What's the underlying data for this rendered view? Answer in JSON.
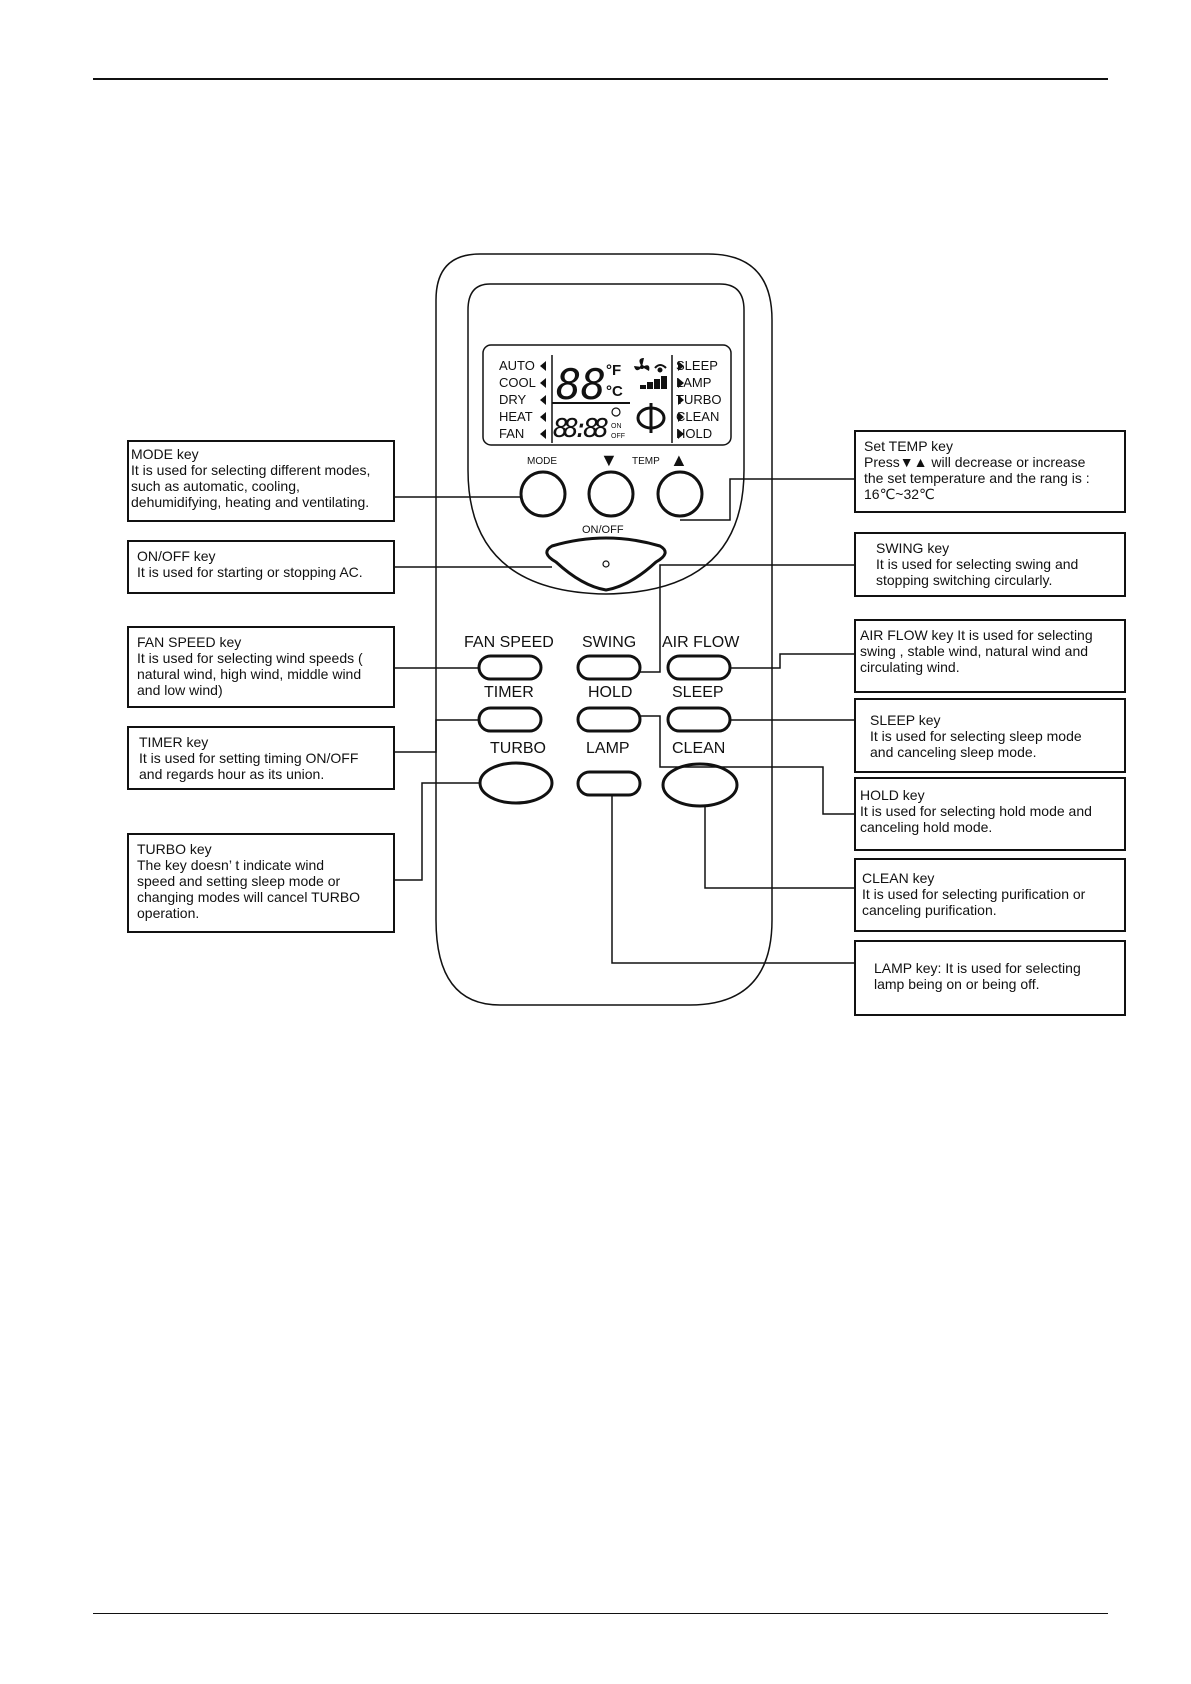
{
  "remote": {
    "lcd": {
      "modes": [
        "AUTO",
        "COOL",
        "DRY",
        "HEAT",
        "FAN"
      ],
      "right_labels": [
        "SLEEP",
        "LAMP",
        "TURBO",
        "CLEAN",
        "HOLD"
      ],
      "temp_digits": "88",
      "unit_f": "°F",
      "unit_c": "°C",
      "time_digits": "88:88",
      "on_label": "ON",
      "off_label": "OFF"
    },
    "buttons": {
      "mode": "MODE",
      "temp": "TEMP",
      "down_arrow": "▼",
      "up_arrow": "▲",
      "onoff": "ON/OFF",
      "fan_speed": "FAN SPEED",
      "swing": "SWING",
      "air_flow": "AIR FLOW",
      "timer": "TIMER",
      "hold": "HOLD",
      "sleep": "SLEEP",
      "turbo": "TURBO",
      "lamp": "LAMP",
      "clean": "CLEAN"
    }
  },
  "callouts": {
    "mode": {
      "title": "MODE key",
      "lines": [
        "It is used for selecting different modes,",
        "such as automatic, cooling,",
        "dehumidifying, heating and ventilating."
      ]
    },
    "onoff": {
      "title": "ON/OFF key",
      "lines": [
        "It is used for starting or stopping AC."
      ]
    },
    "fan_speed": {
      "title": "FAN SPEED key",
      "lines": [
        "It is used for selecting wind speeds (",
        "natural wind, high wind, middle wind",
        "and low wind)"
      ]
    },
    "timer": {
      "title": "TIMER key",
      "lines": [
        "It is used for setting timing ON/OFF",
        "and regards hour as its union."
      ]
    },
    "turbo": {
      "title": "TURBO key",
      "lines": [
        "The key doesn’ t indicate wind",
        "speed and setting sleep mode or",
        "changing modes will cancel TURBO",
        "operation."
      ]
    },
    "temp": {
      "title": "Set TEMP key",
      "lines": [
        "Press▼▲ will decrease or increase",
        "the set temperature and the rang is :",
        "16℃~32℃"
      ]
    },
    "swing": {
      "title": "SWING key",
      "lines": [
        "It is used for selecting swing and",
        "stopping switching circularly."
      ]
    },
    "air_flow": {
      "title": "AIR FLOW key It is used for selecting",
      "lines": [
        "swing , stable wind, natural wind and",
        "circulating wind."
      ]
    },
    "sleep": {
      "title": "SLEEP key",
      "lines": [
        "It is used for selecting sleep mode",
        "and canceling sleep mode."
      ]
    },
    "hold": {
      "title": "HOLD key",
      "lines": [
        "It is used for selecting hold mode and",
        "canceling hold mode."
      ]
    },
    "clean": {
      "title": "CLEAN key",
      "lines": [
        "It is used for selecting purification or",
        "canceling purification."
      ]
    },
    "lamp": {
      "title": "LAMP key: It is used for selecting",
      "lines": [
        "lamp being on or being off."
      ]
    }
  }
}
